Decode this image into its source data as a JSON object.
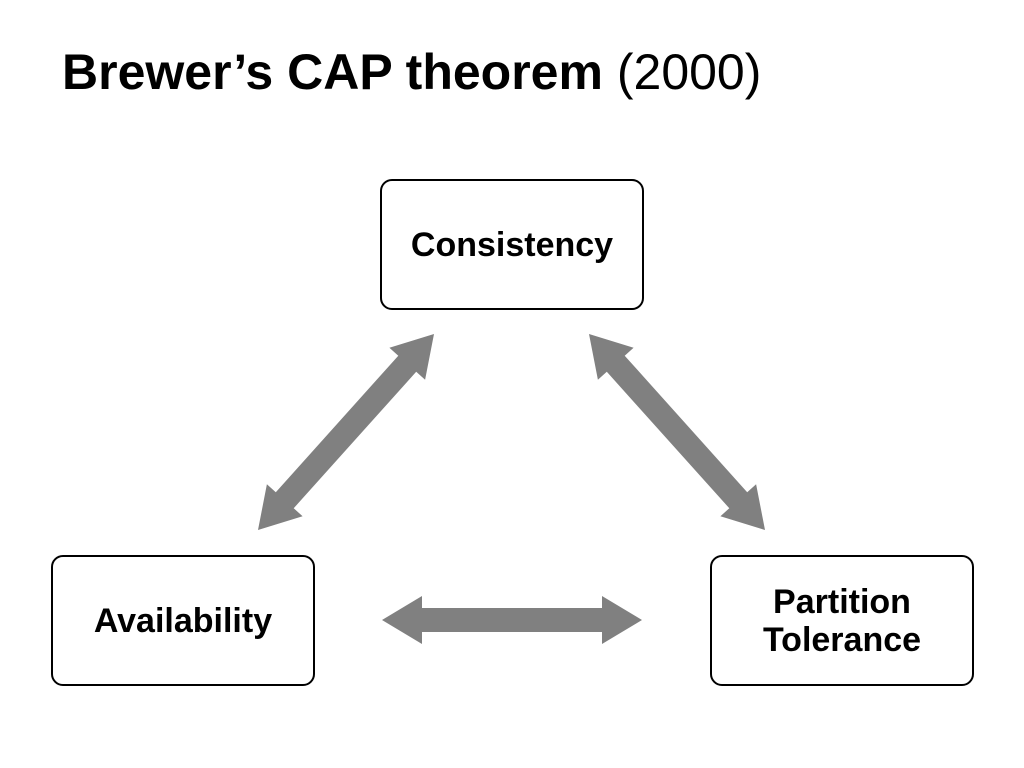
{
  "title": {
    "main": "Brewer’s CAP theorem",
    "year": "(2000)"
  },
  "nodes": {
    "consistency": {
      "lines": [
        "Consistency"
      ]
    },
    "availability": {
      "lines": [
        "Availability"
      ]
    },
    "partition": {
      "lines": [
        "Partition",
        "Tolerance"
      ]
    }
  },
  "colors": {
    "arrow": "#808080",
    "border": "#000000",
    "text": "#000000",
    "background": "#ffffff"
  }
}
